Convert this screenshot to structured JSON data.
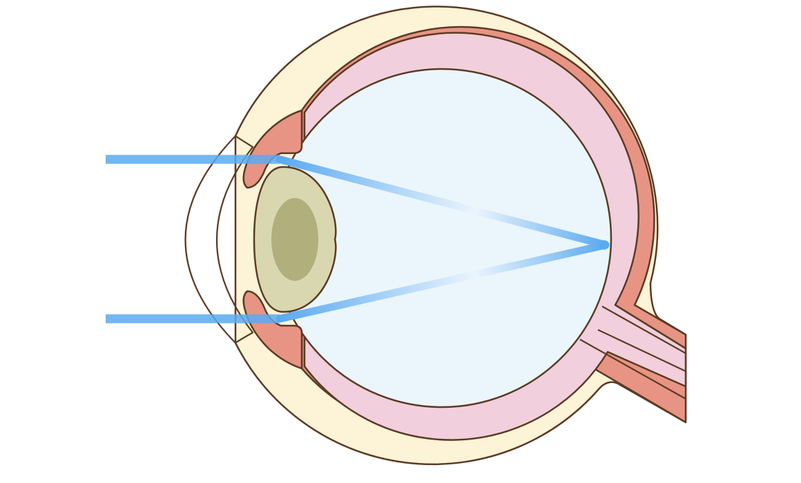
{
  "diagram": {
    "subject": "eye-cross-section",
    "colors": {
      "background": "#ffffff",
      "outline": "#5a3a24",
      "sclera": "#fdf3d6",
      "choroid": "#e89484",
      "retina": "#f1cfdc",
      "vitreous": "#eaf6fc",
      "lens": "#d9d7b0",
      "lens_nucleus": "#b1af7c",
      "light_ray": "#5aaaf0",
      "focus_glow": "#eaf4fc"
    },
    "light_rays": [
      {
        "label": "",
        "kind": "parallel-incoming"
      },
      {
        "label": "",
        "kind": "parallel-incoming"
      }
    ],
    "focus_point": "on-retina"
  }
}
